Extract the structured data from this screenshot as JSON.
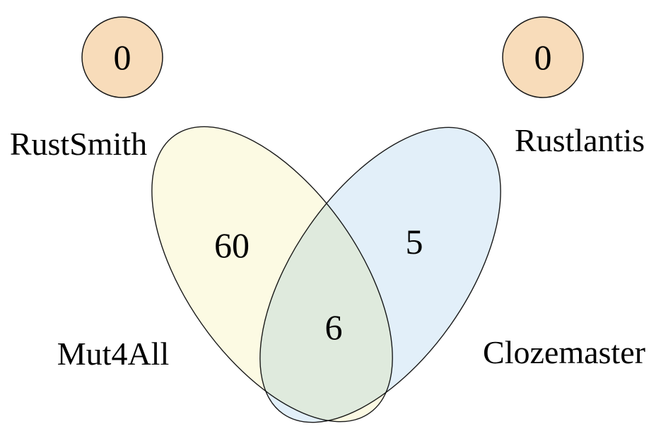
{
  "colors": {
    "background": "#ffffff",
    "outline": "#1a1a1a",
    "small_circle_fill": "#f8dcba",
    "left_ellipse_fill": "#fcfae3",
    "right_ellipse_fill": "#e2eff9",
    "overlap_blend": "#e5efe9"
  },
  "venn": {
    "type": "venn",
    "sets": [
      {
        "label": "RustSmith",
        "count": "0"
      },
      {
        "label": "Rustlantis",
        "count": "0"
      },
      {
        "label": "Mut4All",
        "count": "60"
      },
      {
        "label": "Clozemaster",
        "count": "5"
      }
    ],
    "overlaps": [
      {
        "between": [
          "Mut4All",
          "Clozemaster"
        ],
        "count": "6"
      }
    ]
  }
}
